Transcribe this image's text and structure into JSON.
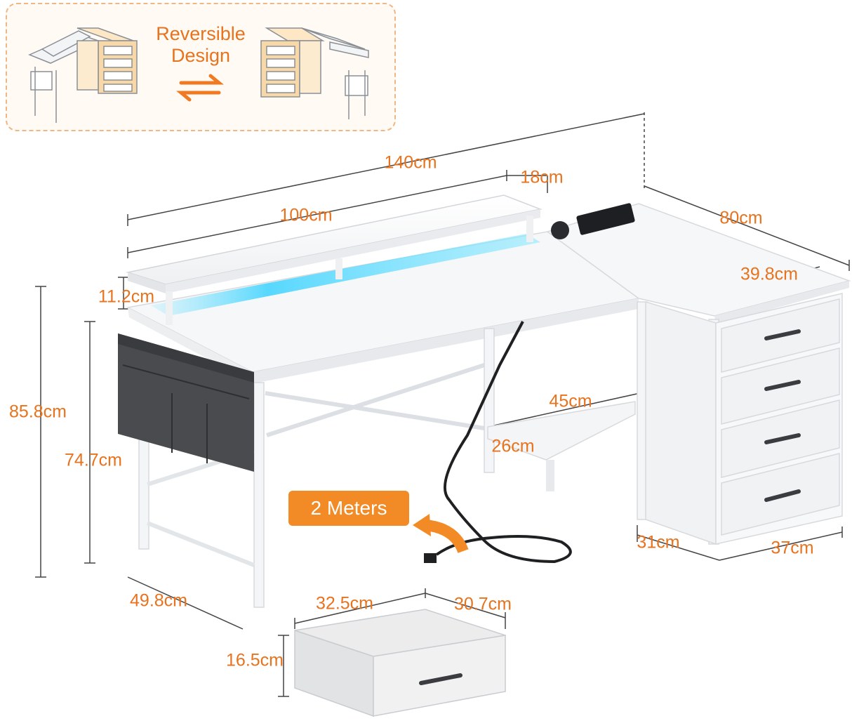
{
  "badge": {
    "title_line1": "Reversible",
    "title_line2": "Design",
    "swap_icon": "swap-arrows-icon"
  },
  "cord_label": "2 Meters",
  "dimensions": {
    "total_width": "140cm",
    "desk_width": "100cm",
    "shelf_depth": "18cm",
    "side_length": "80cm",
    "side_depth": "39.8cm",
    "monitor_stand_height": "11.2cm",
    "total_height": "85.8cm",
    "desk_height": "74.7cm",
    "desk_depth": "49.8cm",
    "shelf_width": "45cm",
    "shelf_depth_lower": "26cm",
    "cabinet_depth": "31cm",
    "cabinet_width": "37cm",
    "drawer_width": "32.5cm",
    "drawer_depth": "30.7cm",
    "drawer_height": "16.5cm"
  },
  "colors": {
    "accent": "#e8731e",
    "badge_bg": "#f28a25",
    "led_glow": "#5ad6ff",
    "desk_white": "#f6f7f8",
    "frame": "#e9ebee",
    "bag_gray": "#4a4b4e"
  }
}
